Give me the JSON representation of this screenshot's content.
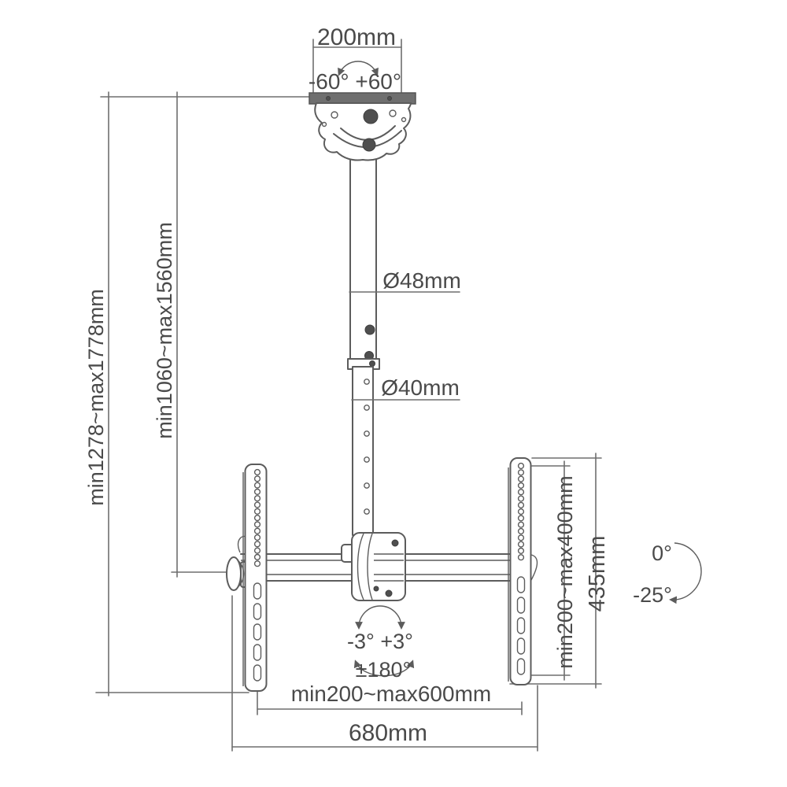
{
  "diagram": {
    "description": "Dimensional line drawing of a telescopic ceiling TV mount",
    "colors": {
      "background": "#ffffff",
      "line": "#5c5c5c",
      "dimension_line": "#6e6e6e",
      "text": "#4a4a4a",
      "ceiling_plate_fill": "#6f6f6f"
    },
    "labels": {
      "top_width": "200mm",
      "swivel_range_top": "-60° +60°",
      "pole_upper_diameter": "Ø48mm",
      "pole_lower_diameter": "Ø40mm",
      "height_overall": "min1278~max1778mm",
      "height_to_rail": "min1060~max1560mm",
      "vesa_vertical_range": "min200~max400mm",
      "bracket_height": "435mm",
      "tilt_zero": "0°",
      "tilt_down": "-25°",
      "level_fine_adjust": "-3° +3°",
      "rotation_range": "±180°",
      "rail_span_range": "min200~max600mm",
      "rail_total_width": "680mm"
    }
  }
}
